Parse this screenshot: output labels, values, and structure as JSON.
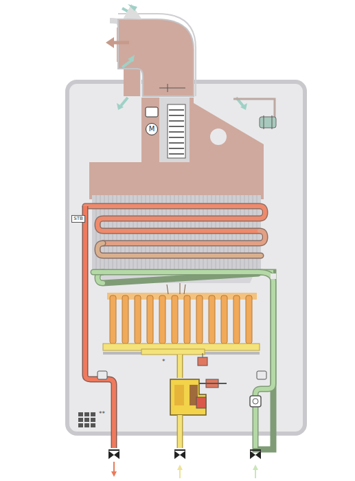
{
  "diagram": {
    "nodes": [
      {
        "text": [
          "M"
        ]
      },
      {
        "text": [
          "STB"
        ]
      }
    ],
    "labels": [
      "*",
      "**"
    ]
  }
}
